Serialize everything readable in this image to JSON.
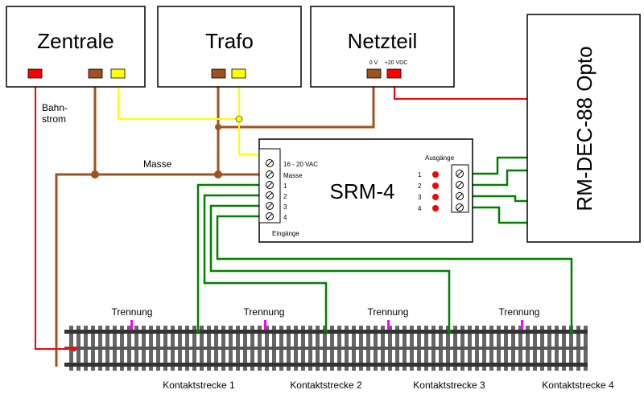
{
  "colors": {
    "masse": "#a0521e",
    "trafo": "#ffff00",
    "red": "#ff0000",
    "green": "#008000",
    "pink": "#ff00ff"
  },
  "boxes": {
    "zentrale": "Zentrale",
    "trafo": "Trafo",
    "netzteil": "Netzteil",
    "rm_dec": "RM-DEC-88 Opto",
    "srm": "SRM-4"
  },
  "netzteil_terminals": {
    "zero": "0 V",
    "plus": "+20 VDC"
  },
  "srm_inputs": [
    "16 - 20 VAC",
    "Masse",
    "1",
    "2",
    "3",
    "4"
  ],
  "srm_inputs_title": "Eingänge",
  "srm_outputs": [
    "1",
    "2",
    "3",
    "4"
  ],
  "srm_outputs_title": "Ausgänge",
  "labels": {
    "bahnstrom_1": "Bahn-",
    "bahnstrom_2": "strom",
    "masse": "Masse"
  },
  "track": {
    "separators": [
      "Trennung",
      "Trennung",
      "Trennung",
      "Trennung"
    ],
    "segments": [
      "Kontaktstrecke 1",
      "Kontaktstrecke 2",
      "Kontaktstrecke 3",
      "Kontaktstrecke 4"
    ]
  }
}
